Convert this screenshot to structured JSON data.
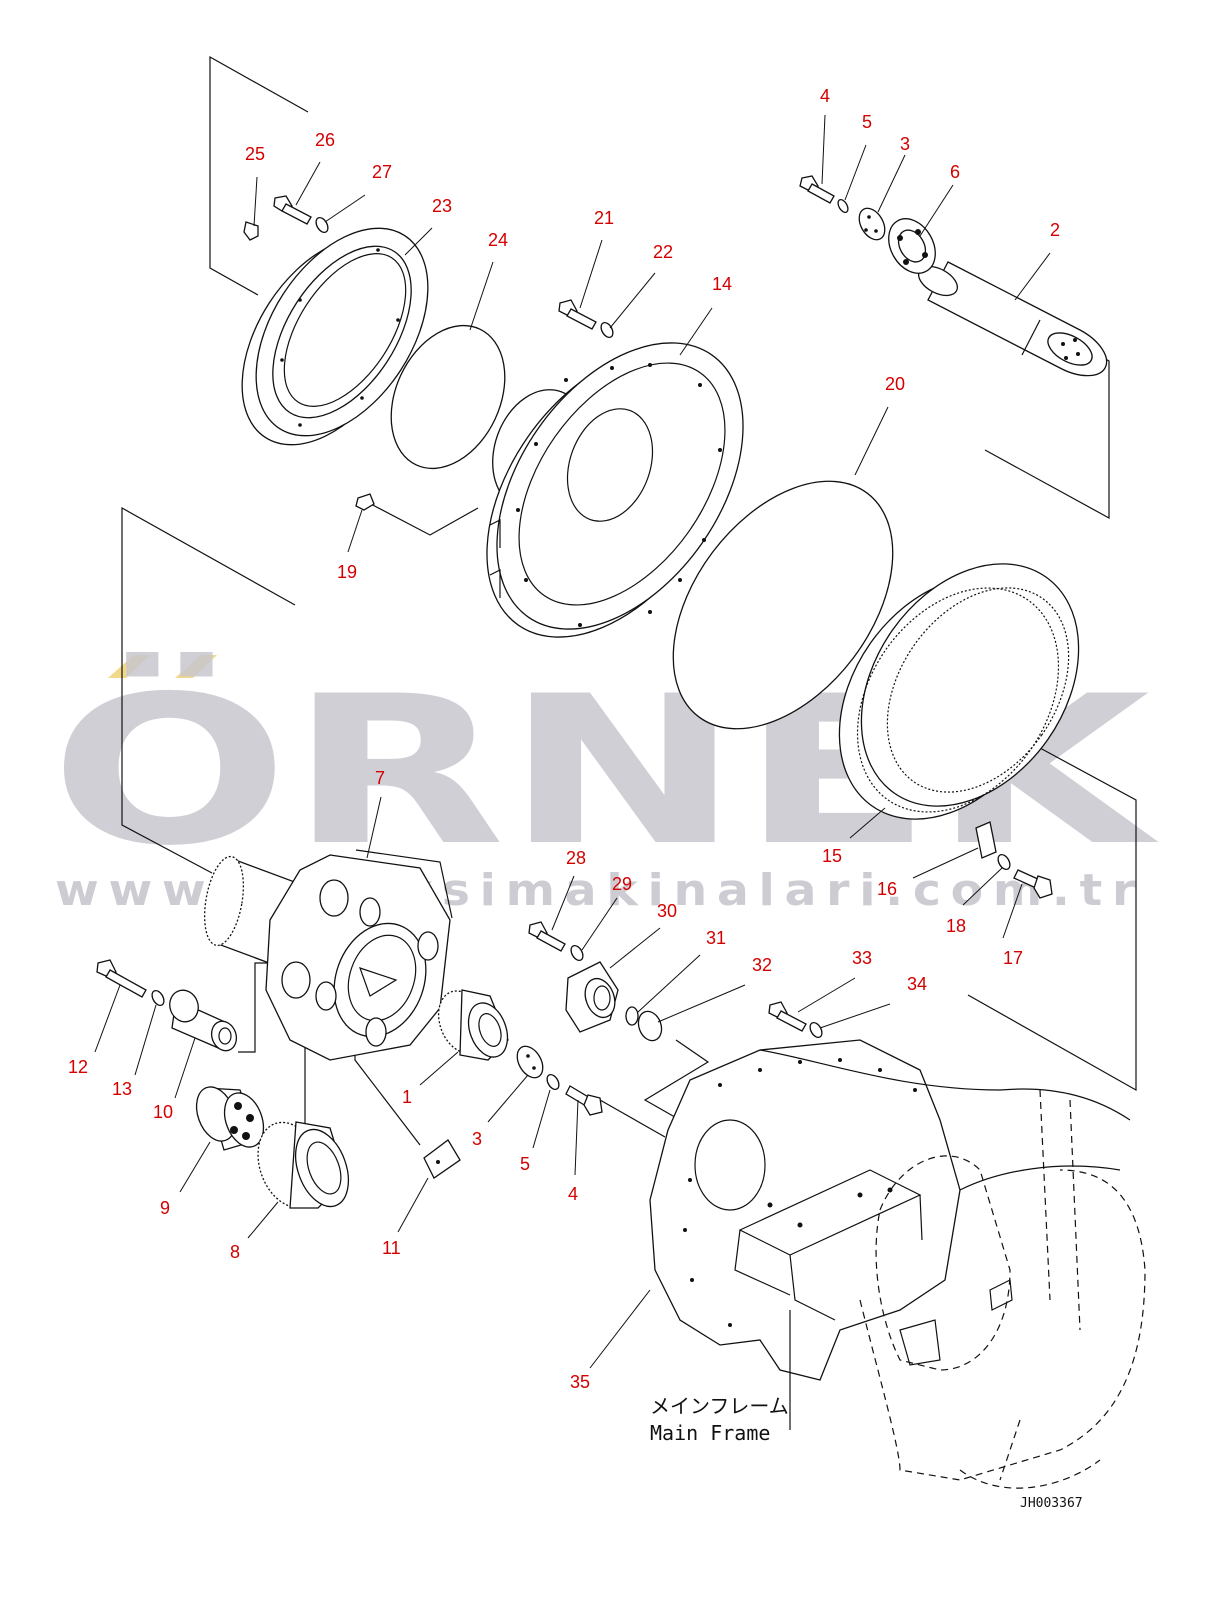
{
  "watermark": {
    "brand": "ÖRNEK",
    "url": "www.orneksimakinalari.com.tr",
    "accent_color": "#f2d98a",
    "text_color": "#c9c7cf"
  },
  "caption": {
    "japanese": "メインフレーム",
    "english": "Main Frame"
  },
  "drawing_code": "JH003367",
  "label_color": "#d40000",
  "callouts": [
    {
      "id": "c-4a",
      "text": "4"
    },
    {
      "id": "c-5a",
      "text": "5"
    },
    {
      "id": "c-3a",
      "text": "3"
    },
    {
      "id": "c-6",
      "text": "6"
    },
    {
      "id": "c-2",
      "text": "2"
    },
    {
      "id": "c-25",
      "text": "25"
    },
    {
      "id": "c-26",
      "text": "26"
    },
    {
      "id": "c-27",
      "text": "27"
    },
    {
      "id": "c-23",
      "text": "23"
    },
    {
      "id": "c-24",
      "text": "24"
    },
    {
      "id": "c-21",
      "text": "21"
    },
    {
      "id": "c-22",
      "text": "22"
    },
    {
      "id": "c-14",
      "text": "14"
    },
    {
      "id": "c-20",
      "text": "20"
    },
    {
      "id": "c-19",
      "text": "19"
    },
    {
      "id": "c-7",
      "text": "7"
    },
    {
      "id": "c-15",
      "text": "15"
    },
    {
      "id": "c-16",
      "text": "16"
    },
    {
      "id": "c-18",
      "text": "18"
    },
    {
      "id": "c-17",
      "text": "17"
    },
    {
      "id": "c-28",
      "text": "28"
    },
    {
      "id": "c-29",
      "text": "29"
    },
    {
      "id": "c-30",
      "text": "30"
    },
    {
      "id": "c-31",
      "text": "31"
    },
    {
      "id": "c-32",
      "text": "32"
    },
    {
      "id": "c-33",
      "text": "33"
    },
    {
      "id": "c-34",
      "text": "34"
    },
    {
      "id": "c-12",
      "text": "12"
    },
    {
      "id": "c-13",
      "text": "13"
    },
    {
      "id": "c-10",
      "text": "10"
    },
    {
      "id": "c-1",
      "text": "1"
    },
    {
      "id": "c-3b",
      "text": "3"
    },
    {
      "id": "c-5b",
      "text": "5"
    },
    {
      "id": "c-4b",
      "text": "4"
    },
    {
      "id": "c-9",
      "text": "9"
    },
    {
      "id": "c-8",
      "text": "8"
    },
    {
      "id": "c-11",
      "text": "11"
    },
    {
      "id": "c-35",
      "text": "35"
    }
  ]
}
